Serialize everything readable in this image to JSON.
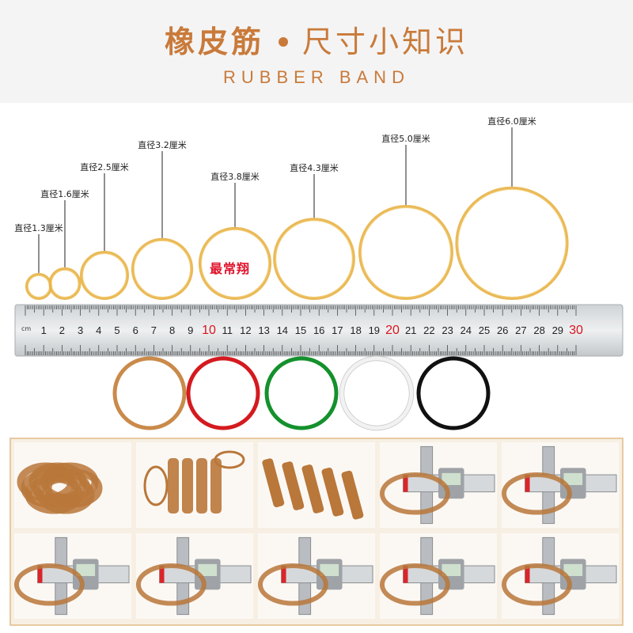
{
  "header": {
    "title_part1": "橡皮筋",
    "title_part2": "尺寸小知识",
    "subtitle": "RUBBER BAND"
  },
  "sizes": [
    {
      "label": "直径1.3厘米",
      "diameter_cm": 1.3
    },
    {
      "label": "直径1.6厘米",
      "diameter_cm": 1.6
    },
    {
      "label": "直径2.5厘米",
      "diameter_cm": 2.5
    },
    {
      "label": "直径3.2厘米",
      "diameter_cm": 3.2
    },
    {
      "label": "直径3.8厘米",
      "diameter_cm": 3.8
    },
    {
      "label": "直径4.3厘米",
      "diameter_cm": 4.3
    },
    {
      "label": "直径5.0厘米",
      "diameter_cm": 5.0
    },
    {
      "label": "直径6.0厘米",
      "diameter_cm": 6.0
    }
  ],
  "watermark": "最常翔",
  "ruler": {
    "unit_label": "cm",
    "numbers": [
      "1",
      "2",
      "3",
      "4",
      "5",
      "6",
      "7",
      "8",
      "9",
      "10",
      "11",
      "12",
      "13",
      "14",
      "15",
      "16",
      "17",
      "18",
      "19",
      "20",
      "21",
      "22",
      "23",
      "24",
      "25",
      "26",
      "27",
      "28",
      "29",
      "30"
    ],
    "highlight_numbers": [
      "10",
      "20",
      "30"
    ],
    "highlight_color": "#d9141c"
  },
  "colors": [
    {
      "label": "本色",
      "hex": "#c98a4a"
    },
    {
      "label": "红色",
      "hex": "#d41a1f"
    },
    {
      "label": "绿色",
      "hex": "#14912c"
    },
    {
      "label": "白色",
      "hex": "#f2f2f2"
    },
    {
      "label": "黑色",
      "hex": "#111111"
    }
  ],
  "accent_color": "#c97a3a",
  "band_color": "#e8b346",
  "photos_icon": "caliper-measuring-band-photo"
}
